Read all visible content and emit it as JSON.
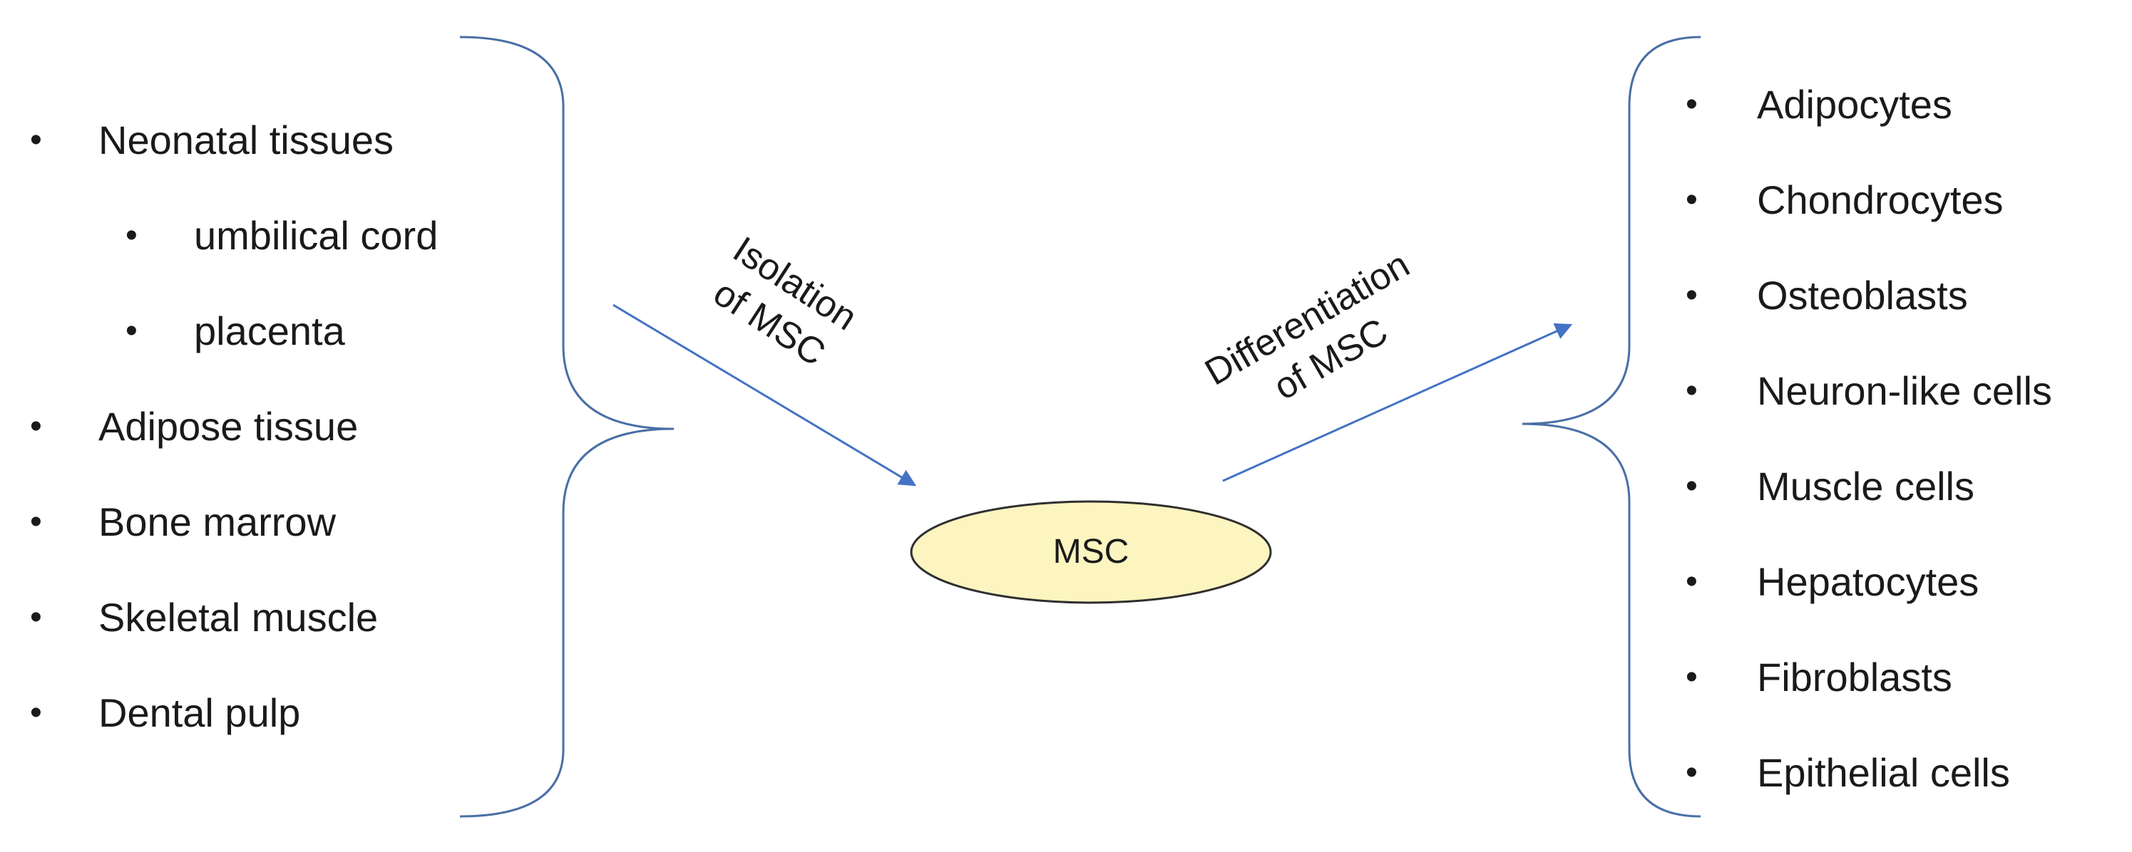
{
  "sources": {
    "items": [
      {
        "label": "Neonatal tissues",
        "level": 0
      },
      {
        "label": "umbilical cord",
        "level": 1
      },
      {
        "label": "placenta",
        "level": 1
      },
      {
        "label": "Adipose tissue",
        "level": 0
      },
      {
        "label": "Bone marrow",
        "level": 0
      },
      {
        "label": "Skeletal muscle",
        "level": 0
      },
      {
        "label": "Dental pulp",
        "level": 0
      }
    ]
  },
  "targets": {
    "items": [
      {
        "label": "Adipocytes"
      },
      {
        "label": "Chondrocytes"
      },
      {
        "label": "Osteoblasts"
      },
      {
        "label": "Neuron-like cells"
      },
      {
        "label": "Muscle cells"
      },
      {
        "label": "Hepatocytes"
      },
      {
        "label": "Fibroblasts"
      },
      {
        "label": "Epithelial cells"
      }
    ]
  },
  "isolation_arrow": {
    "line1": "Isolation",
    "line2": "of MSC"
  },
  "differentiation_arrow": {
    "line1": "Differentiation",
    "line2": "of MSC"
  },
  "center_node": {
    "label": "MSC"
  },
  "bullet_glyph": "•",
  "colors": {
    "arrow": "#4472c4",
    "brace": "#4a6fa5",
    "node_fill": "#fcf5c0",
    "node_stroke": "#2f2f2f",
    "text": "#1a1a1a"
  },
  "icons": {
    "bullet": "bullet-dot-icon",
    "arrowhead": "arrowhead-icon"
  }
}
